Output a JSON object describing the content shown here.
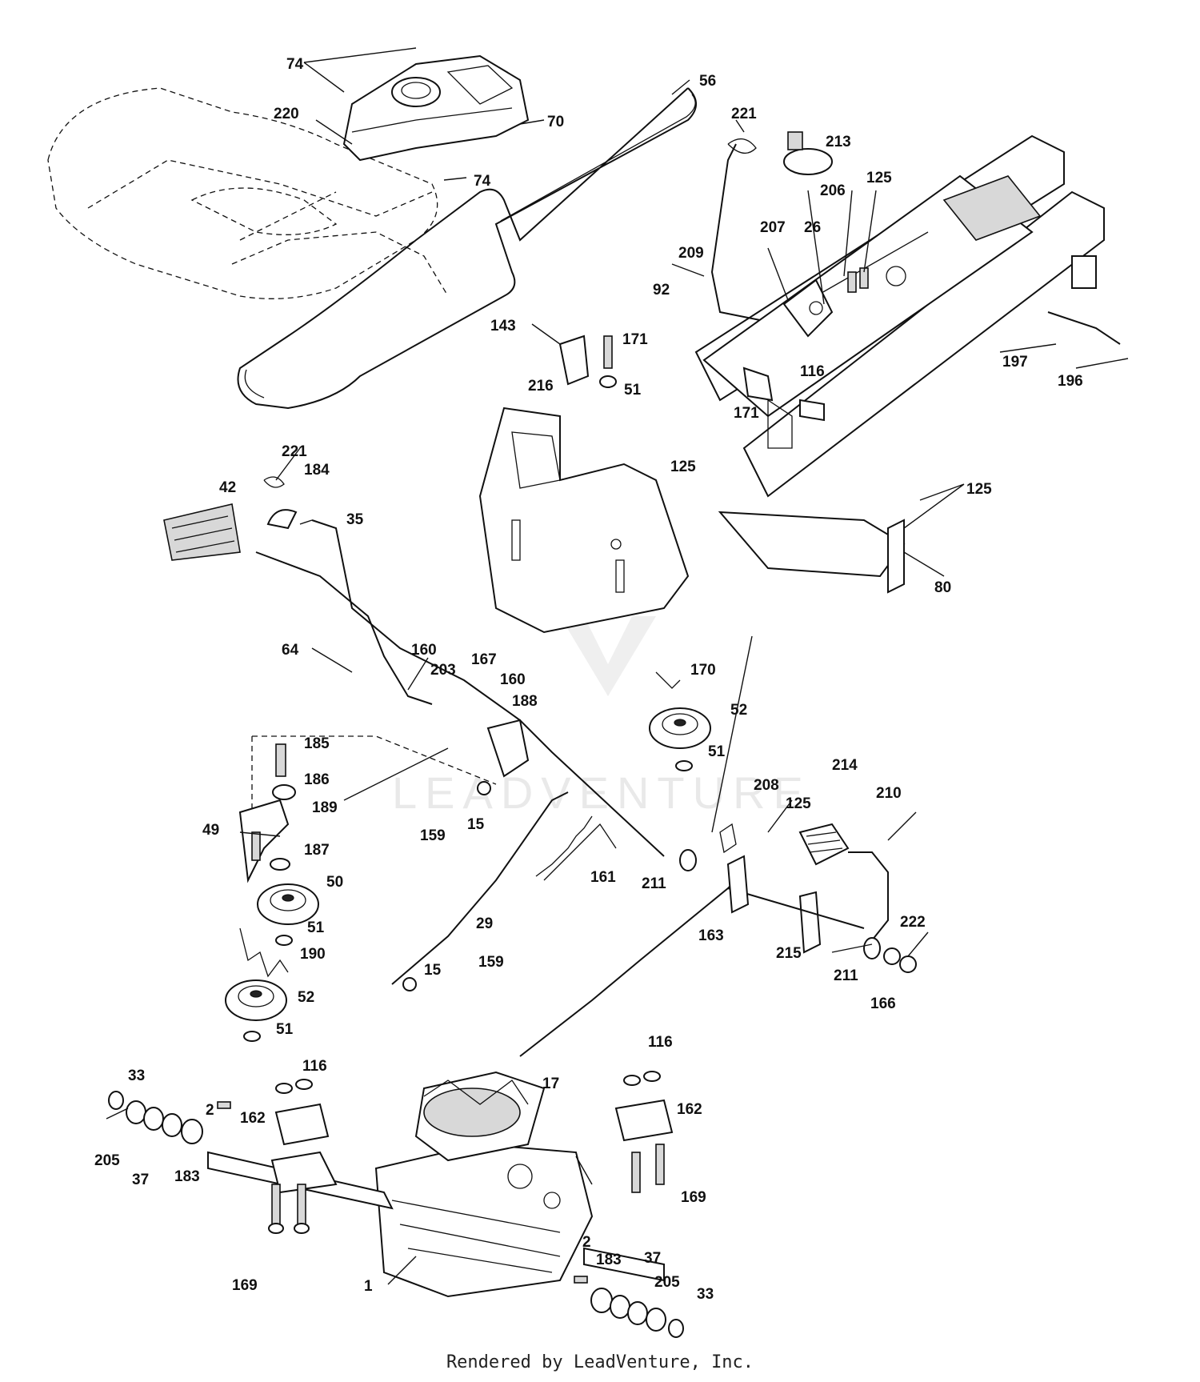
{
  "watermark": "LEADVENTURE",
  "footer": "Rendered by LeadVenture, Inc.",
  "callouts": [
    {
      "id": "c74a",
      "text": "74"
    },
    {
      "id": "c56",
      "text": "56"
    },
    {
      "id": "c220",
      "text": "220"
    },
    {
      "id": "c70",
      "text": "70"
    },
    {
      "id": "c74b",
      "text": "74"
    },
    {
      "id": "c221a",
      "text": "221"
    },
    {
      "id": "c213",
      "text": "213"
    },
    {
      "id": "c206",
      "text": "206"
    },
    {
      "id": "c125a",
      "text": "125"
    },
    {
      "id": "c209",
      "text": "209"
    },
    {
      "id": "c207",
      "text": "207"
    },
    {
      "id": "c26",
      "text": "26"
    },
    {
      "id": "c92",
      "text": "92"
    },
    {
      "id": "c143",
      "text": "143"
    },
    {
      "id": "c171a",
      "text": "171"
    },
    {
      "id": "c116a",
      "text": "116"
    },
    {
      "id": "c197",
      "text": "197"
    },
    {
      "id": "c196",
      "text": "196"
    },
    {
      "id": "c216",
      "text": "216"
    },
    {
      "id": "c51a",
      "text": "51"
    },
    {
      "id": "c171b",
      "text": "171"
    },
    {
      "id": "c221b",
      "text": "221"
    },
    {
      "id": "c184",
      "text": "184"
    },
    {
      "id": "c42",
      "text": "42"
    },
    {
      "id": "c35",
      "text": "35"
    },
    {
      "id": "c125b",
      "text": "125"
    },
    {
      "id": "c125c",
      "text": "125"
    },
    {
      "id": "c80",
      "text": "80"
    },
    {
      "id": "c64",
      "text": "64"
    },
    {
      "id": "c160a",
      "text": "160"
    },
    {
      "id": "c203",
      "text": "203"
    },
    {
      "id": "c167",
      "text": "167"
    },
    {
      "id": "c160b",
      "text": "160"
    },
    {
      "id": "c188",
      "text": "188"
    },
    {
      "id": "c170",
      "text": "170"
    },
    {
      "id": "c52a",
      "text": "52"
    },
    {
      "id": "c51b",
      "text": "51"
    },
    {
      "id": "c185",
      "text": "185"
    },
    {
      "id": "c186",
      "text": "186"
    },
    {
      "id": "c189",
      "text": "189"
    },
    {
      "id": "c49",
      "text": "49"
    },
    {
      "id": "c187",
      "text": "187"
    },
    {
      "id": "c50",
      "text": "50"
    },
    {
      "id": "c159a",
      "text": "159"
    },
    {
      "id": "c15a",
      "text": "15"
    },
    {
      "id": "c214",
      "text": "214"
    },
    {
      "id": "c208",
      "text": "208"
    },
    {
      "id": "c210",
      "text": "210"
    },
    {
      "id": "c125d",
      "text": "125"
    },
    {
      "id": "c161",
      "text": "161"
    },
    {
      "id": "c211a",
      "text": "211"
    },
    {
      "id": "c29",
      "text": "29"
    },
    {
      "id": "c51c",
      "text": "51"
    },
    {
      "id": "c190",
      "text": "190"
    },
    {
      "id": "c163",
      "text": "163"
    },
    {
      "id": "c222",
      "text": "222"
    },
    {
      "id": "c215",
      "text": "215"
    },
    {
      "id": "c211b",
      "text": "211"
    },
    {
      "id": "c166",
      "text": "166"
    },
    {
      "id": "c15b",
      "text": "15"
    },
    {
      "id": "c159b",
      "text": "159"
    },
    {
      "id": "c52b",
      "text": "52"
    },
    {
      "id": "c51d",
      "text": "51"
    },
    {
      "id": "c33a",
      "text": "33"
    },
    {
      "id": "c116b",
      "text": "116"
    },
    {
      "id": "c116c",
      "text": "116"
    },
    {
      "id": "c17",
      "text": "17"
    },
    {
      "id": "c162a",
      "text": "162"
    },
    {
      "id": "c162b",
      "text": "162"
    },
    {
      "id": "c2a",
      "text": "2"
    },
    {
      "id": "c205a",
      "text": "205"
    },
    {
      "id": "c37a",
      "text": "37"
    },
    {
      "id": "c183a",
      "text": "183"
    },
    {
      "id": "c169a",
      "text": "169"
    },
    {
      "id": "c169b",
      "text": "169"
    },
    {
      "id": "c1",
      "text": "1"
    },
    {
      "id": "c2b",
      "text": "2"
    },
    {
      "id": "c183b",
      "text": "183"
    },
    {
      "id": "c37b",
      "text": "37"
    },
    {
      "id": "c205b",
      "text": "205"
    },
    {
      "id": "c33b",
      "text": "33"
    }
  ]
}
